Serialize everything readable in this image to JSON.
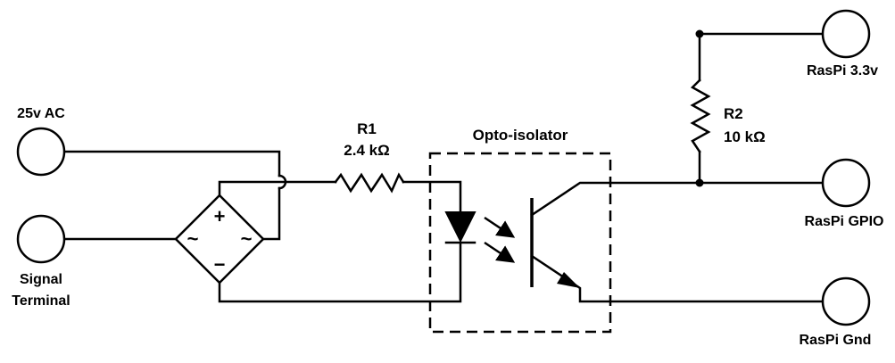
{
  "terminals": {
    "ac_25v": "25v AC",
    "signal_line1": "Signal",
    "signal_line2": "Terminal",
    "raspi_33v": "RasPi 3.3v",
    "raspi_gpio": "RasPi GPIO",
    "raspi_gnd": "RasPi Gnd"
  },
  "components": {
    "r1_name": "R1",
    "r1_value": "2.4 kΩ",
    "r2_name": "R2",
    "r2_value": "10 kΩ",
    "opto_label": "Opto-isolator"
  },
  "bridge_symbols": {
    "plus": "+",
    "minus": "−",
    "ac_left": "~",
    "ac_right": "~"
  }
}
